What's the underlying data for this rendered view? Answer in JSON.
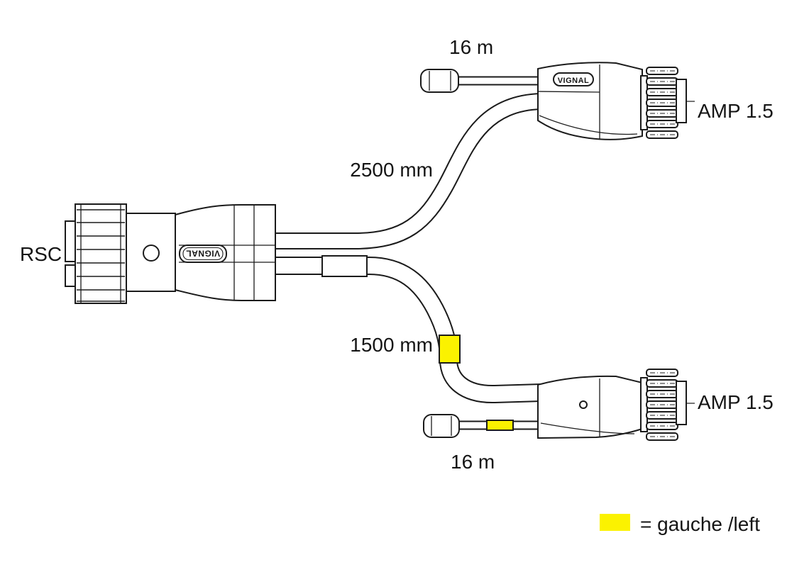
{
  "diagram": {
    "labels": {
      "left_connector": "RSC",
      "top_wire_length": "16 m",
      "top_cable_length": "2500 mm",
      "top_connector": "AMP 1.5",
      "bottom_cable_length": "1500 mm",
      "bottom_connector": "AMP 1.5",
      "bottom_wire_length": "16 m"
    },
    "brand": "VIGNAL",
    "legend": {
      "text": "= gauche /left"
    },
    "colors": {
      "highlight_yellow": "#FBF200",
      "line_black": "#1b1b1b"
    }
  }
}
